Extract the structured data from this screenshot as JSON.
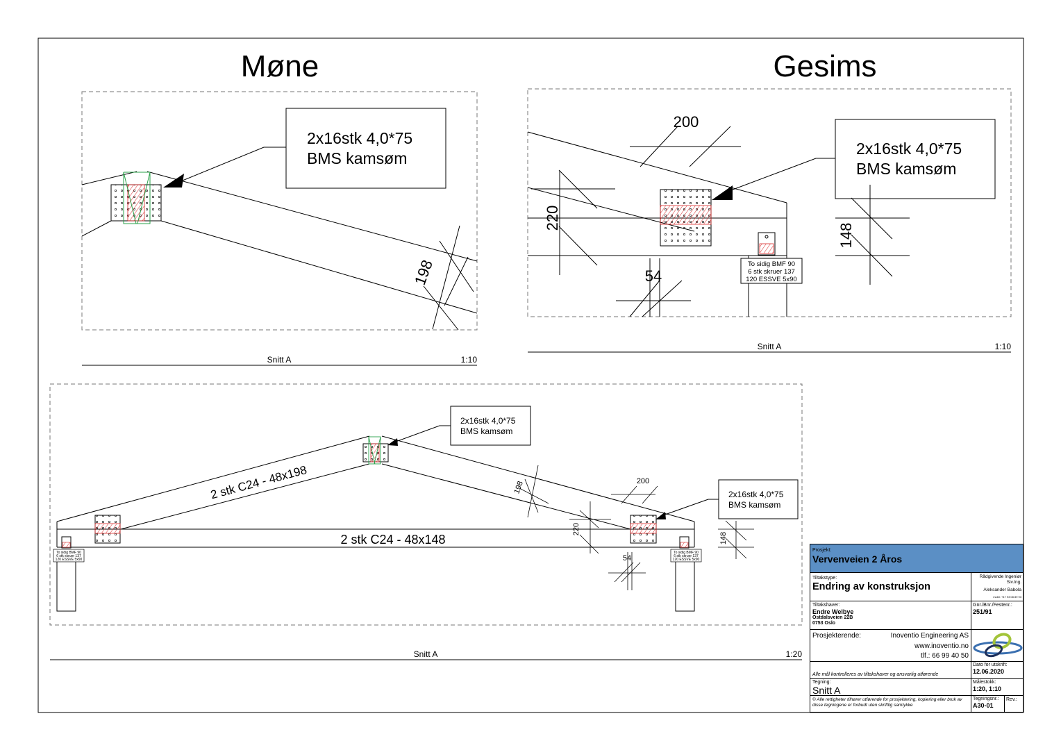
{
  "views": {
    "mone": {
      "title": "Møne",
      "callout": [
        "2x16stk 4,0*75",
        "BMS kamsøm"
      ],
      "dimensions": {
        "d198": "198"
      },
      "caption": "Snitt A",
      "scale": "1:10"
    },
    "gesims": {
      "title": "Gesims",
      "callout": [
        "2x16stk 4,0*75",
        "BMS kamsøm"
      ],
      "bracket_note": [
        "To sidig BMF 90",
        "6 stk skruer 137",
        "120 ESSVE 5x90"
      ],
      "dimensions": {
        "d200": "200",
        "d220": "220",
        "d148": "148",
        "d54": "54"
      },
      "caption": "Snitt A",
      "scale": "1:10"
    },
    "overview": {
      "rafter_label": "2 stk C24 - 48x198",
      "tie_label": "2 stk C24 - 48x148",
      "callout_top": [
        "2x16stk 4,0*75",
        "BMS kamsøm"
      ],
      "callout_right": [
        "2x16stk 4,0*75",
        "BMS kamsøm"
      ],
      "bracket_note": [
        "To sidig BMF 90",
        "6 stk skruer 137",
        "120 ESSVE 5x90"
      ],
      "dimensions": {
        "d198": "198",
        "d200": "200",
        "d220": "220",
        "d148": "148",
        "d54": "54"
      },
      "caption": "Snitt A",
      "scale": "1:20"
    }
  },
  "title_block": {
    "prosjekt_label": "Prosjekt:",
    "prosjekt": "Vervenveien 2 Åros",
    "tiltakstype_label": "Tiltakstype:",
    "tiltakstype": "Endring av konstruksjon",
    "radgivende_label": "Rådgivende Ingeniør",
    "radgivende_title": "Siv.Ing.",
    "radgivende_name": "Aleksander Babola",
    "radgivende_phone": "mobil: +47 93 08 89 93",
    "tiltakshaver_label": "Tiltakshaver:",
    "tiltakshaver_name": "Endre  Welbye",
    "tiltakshaver_addr1": "Ostdalsveien 22B",
    "tiltakshaver_addr2": "0753 Oslo",
    "gnr_label": "Gnr./Bnr./Festenr.:",
    "gnr": "251/91",
    "prosjekterende_label": "Prosjekterende:",
    "prosjekterende_firm": "Inoventio Engineering AS",
    "prosjekterende_web": "www.inoventio.no",
    "prosjekterende_tlf": "tlf.: 66 99 40 50",
    "note": "Alle mål kontrolleres av tiltakshaver og ansvarlig utførende",
    "dato_label": "Dato for utskrift:",
    "dato": "12.06.2020",
    "tegning_label": "Tegning:",
    "tegning": "Snitt A",
    "malestokk_label": "Målestokk:",
    "malestokk": "1:20, 1:10",
    "copyright": "© Alle rettigheter tilhører utførende for prosjektering, kopiering eller bruk av disse tegningene er forbudt uten skriftlig samtykke",
    "tegningsnr_label": "Tegningsnr.:",
    "tegningsnr": "A30-01",
    "rev_label": "Rev.:",
    "header_color": "#5b8fc5",
    "logo_colors": [
      "#a3c43a",
      "#3a6fb0",
      "#1e2f5a"
    ]
  }
}
